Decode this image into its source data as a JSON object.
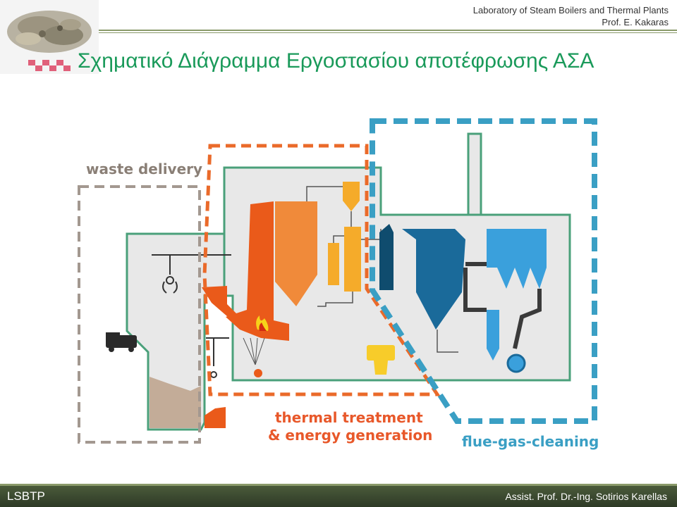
{
  "header": {
    "lab_name": "Laboratory of Steam Boilers and Thermal Plants",
    "professor": "Prof. E. Kakaras"
  },
  "title": "Σχηματικό Διάγραμμα Εργοστασίου αποτέφρωσης ΑΣΑ",
  "diagram": {
    "zones": {
      "waste_delivery": "waste delivery",
      "thermal_line1": "thermal treatment",
      "thermal_line2": "& energy generation",
      "flue_gas": "flue-gas-cleaning"
    },
    "colors": {
      "waste": "#a39890",
      "thermal": "#ea6a2a",
      "flue": "#3a9fc4",
      "building_fill": "#e8e8e8",
      "building_stroke": "#4aa07a"
    }
  },
  "footer": {
    "left": "LSBTP",
    "right": "Assist. Prof. Dr.-Ing. Sotirios Karellas"
  }
}
